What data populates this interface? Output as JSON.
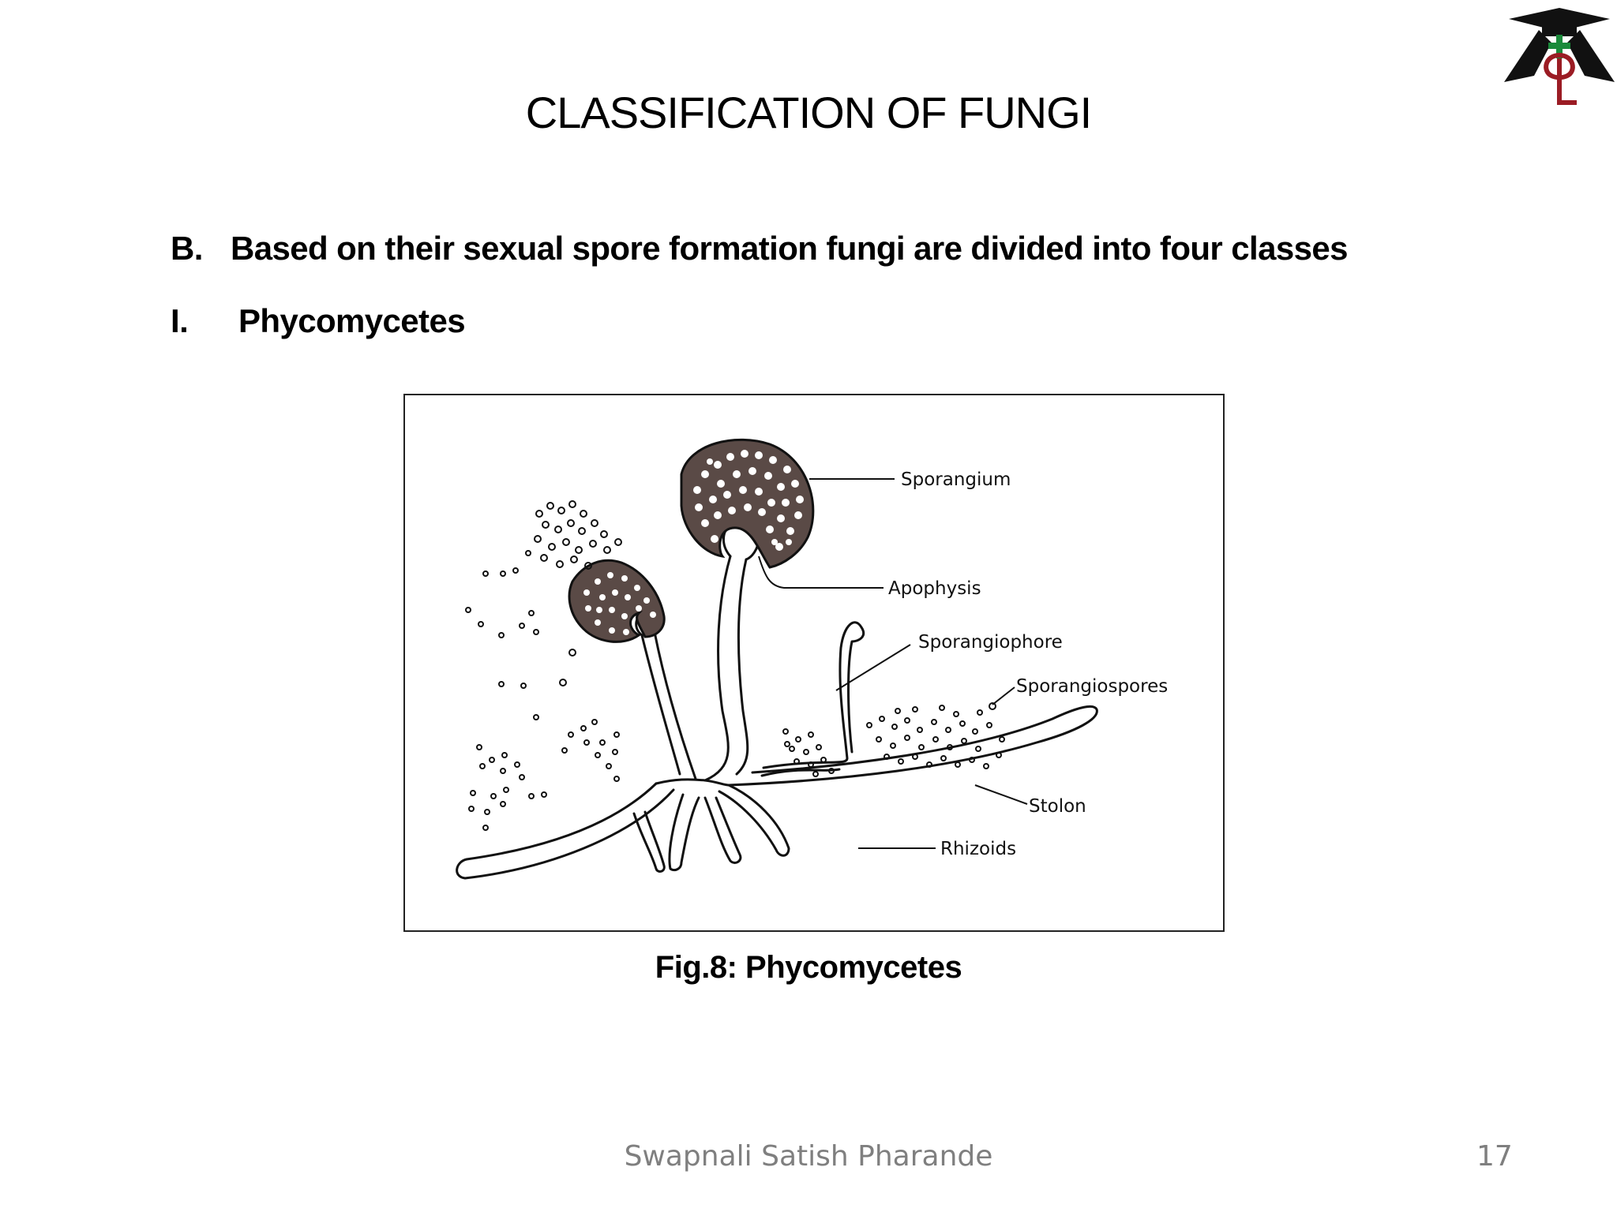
{
  "slide": {
    "title": "CLASSIFICATION OF FUNGI",
    "bullets": [
      {
        "marker": "B.",
        "text": "Based on  their sexual spore formation fungi are divided into four classes"
      },
      {
        "marker": "I.",
        "text": "Phycomycetes"
      }
    ],
    "figure": {
      "labels": {
        "sporangium": "Sporangium",
        "apophysis": "Apophysis",
        "sporangiophore": "Sporangiophore",
        "sporangiospores": "Sporangiospores",
        "stolon": "Stolon",
        "rhizoids": "Rhizoids"
      },
      "caption": "Fig.8: Phycomycetes"
    },
    "footer": {
      "author": "Swapnali Satish Pharande",
      "page_number": "17"
    }
  },
  "colors": {
    "text": "#000000",
    "footer_text": "#7f7f7f",
    "logo_dark": "#111111",
    "logo_green": "#1a8a3a",
    "logo_red": "#9b1c24"
  }
}
